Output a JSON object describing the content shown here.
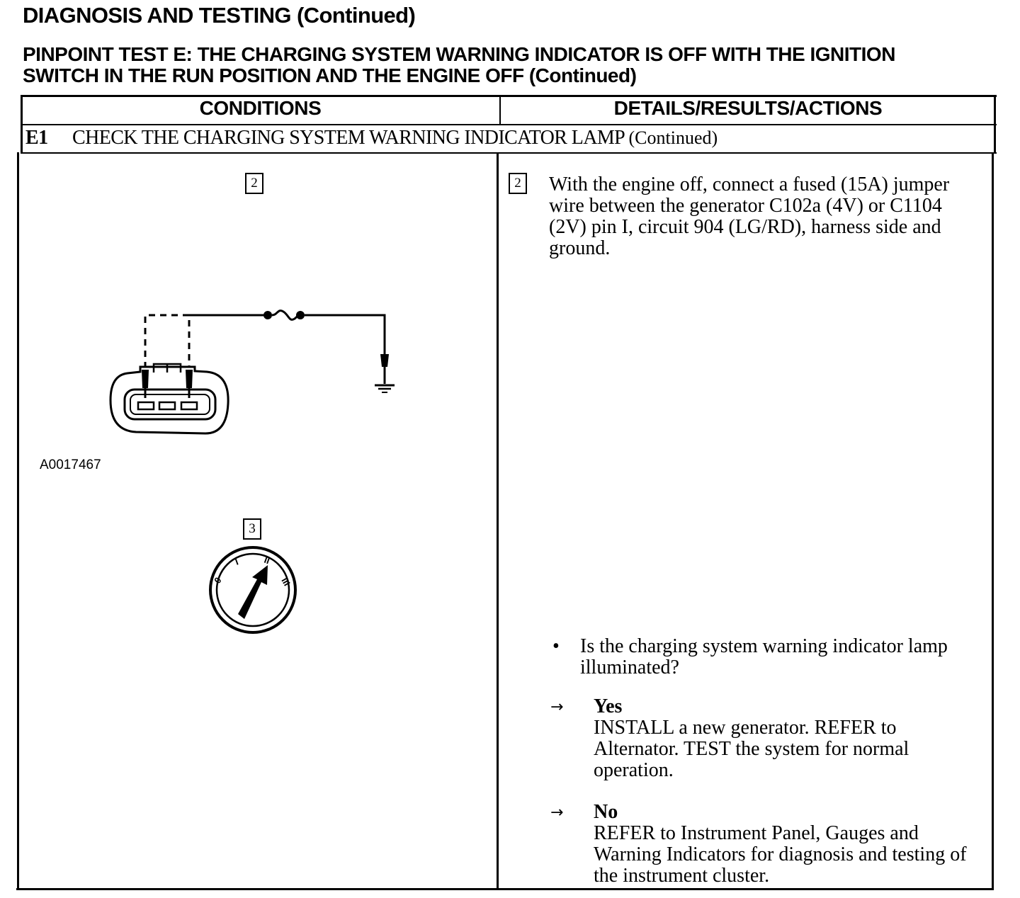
{
  "header": {
    "section": "DIAGNOSIS AND TESTING (Continued)",
    "test_title_line1": "PINPOINT TEST E:  THE CHARGING SYSTEM WARNING INDICATOR IS OFF WITH THE IGNITION",
    "test_title_line2": "SWITCH IN THE RUN POSITION AND THE ENGINE OFF (Continued)"
  },
  "table": {
    "col_conditions": "CONDITIONS",
    "col_details": "DETAILS/RESULTS/ACTIONS",
    "step_id": "E1",
    "step_title": "CHECK THE CHARGING SYSTEM WARNING INDICATOR LAMP",
    "step_suffix": "(Continued)"
  },
  "conditions": {
    "step2_box": "2",
    "figure_id": "A0017467",
    "step3_box": "3",
    "ignition_positions": [
      "0",
      "I",
      "II",
      "III"
    ]
  },
  "details": {
    "step2_box": "2",
    "instruction": "With the engine off, connect a fused (15A) jumper wire between the generator C102a (4V) or C1104 (2V) pin I, circuit 904 (LG/RD), harness side and ground.",
    "bullet": "•",
    "question": "Is the charging system warning indicator lamp illuminated?",
    "arrow": "→",
    "yes_label": "Yes",
    "yes_action": "INSTALL a new generator. REFER to Alternator. TEST the system for normal operation.",
    "no_label": "No",
    "no_action": "REFER to Instrument Panel, Gauges and Warning Indicators for diagnosis and testing of the instrument cluster."
  }
}
